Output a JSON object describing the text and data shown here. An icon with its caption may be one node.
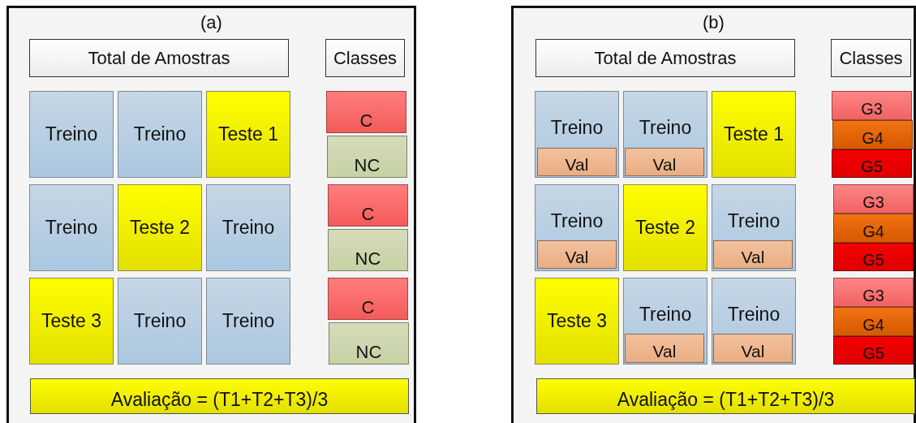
{
  "diagram": {
    "nodes": [
      {
        "text": [
          "(a)"
        ]
      },
      {
        "text": [
          "Total de Amostras"
        ],
        "in": 0
      },
      {
        "text": [
          "Classes"
        ],
        "in": 0
      },
      {
        "text": [
          "Treino"
        ],
        "in": 0
      },
      {
        "text": [
          "Treino"
        ],
        "in": 0
      },
      {
        "text": [
          "Teste 1"
        ],
        "in": 0
      },
      {
        "text": [
          "C"
        ],
        "in": 0
      },
      {
        "text": [
          "NC"
        ],
        "in": 0
      },
      {
        "text": [
          "Treino"
        ],
        "in": 0
      },
      {
        "text": [
          "Teste 2"
        ],
        "in": 0
      },
      {
        "text": [
          "Treino"
        ],
        "in": 0
      },
      {
        "text": [
          "C"
        ],
        "in": 0
      },
      {
        "text": [
          "NC"
        ],
        "in": 0
      },
      {
        "text": [
          "Teste 3"
        ],
        "in": 0
      },
      {
        "text": [
          "Treino"
        ],
        "in": 0
      },
      {
        "text": [
          "Treino"
        ],
        "in": 0
      },
      {
        "text": [
          "C"
        ],
        "in": 0
      },
      {
        "text": [
          "NC"
        ],
        "in": 0
      },
      {
        "text": [
          "Avaliação = (T1+T2+T3)/3"
        ],
        "in": 0
      },
      {
        "text": [
          "(b)"
        ]
      },
      {
        "text": [
          "Total de Amostras"
        ],
        "in": 19
      },
      {
        "text": [
          "Classes"
        ],
        "in": 19
      },
      {
        "text": [
          "Treino"
        ],
        "in": 19
      },
      {
        "text": [
          "Val"
        ],
        "in": 22
      },
      {
        "text": [
          "Treino"
        ],
        "in": 19
      },
      {
        "text": [
          "Val"
        ],
        "in": 24
      },
      {
        "text": [
          "Teste 1"
        ],
        "in": 19
      },
      {
        "text": [
          "G3"
        ],
        "in": 19
      },
      {
        "text": [
          "G4"
        ],
        "in": 19
      },
      {
        "text": [
          "G5"
        ],
        "in": 19
      },
      {
        "text": [
          "Treino"
        ],
        "in": 19
      },
      {
        "text": [
          "Val"
        ],
        "in": 30
      },
      {
        "text": [
          "Teste 2"
        ],
        "in": 19
      },
      {
        "text": [
          "Treino"
        ],
        "in": 19
      },
      {
        "text": [
          "Val"
        ],
        "in": 33
      },
      {
        "text": [
          "G3"
        ],
        "in": 19
      },
      {
        "text": [
          "G4"
        ],
        "in": 19
      },
      {
        "text": [
          "G5"
        ],
        "in": 19
      },
      {
        "text": [
          "Teste 3"
        ],
        "in": 19
      },
      {
        "text": [
          "Treino"
        ],
        "in": 19
      },
      {
        "text": [
          "Val"
        ],
        "in": 39
      },
      {
        "text": [
          "Treino"
        ],
        "in": 19
      },
      {
        "text": [
          "Val"
        ],
        "in": 41
      },
      {
        "text": [
          "G3"
        ],
        "in": 19
      },
      {
        "text": [
          "G4"
        ],
        "in": 19
      },
      {
        "text": [
          "G5"
        ],
        "in": 19
      },
      {
        "text": [
          "Avaliação = (T1+T2+T3)/3"
        ],
        "in": 19
      }
    ]
  }
}
